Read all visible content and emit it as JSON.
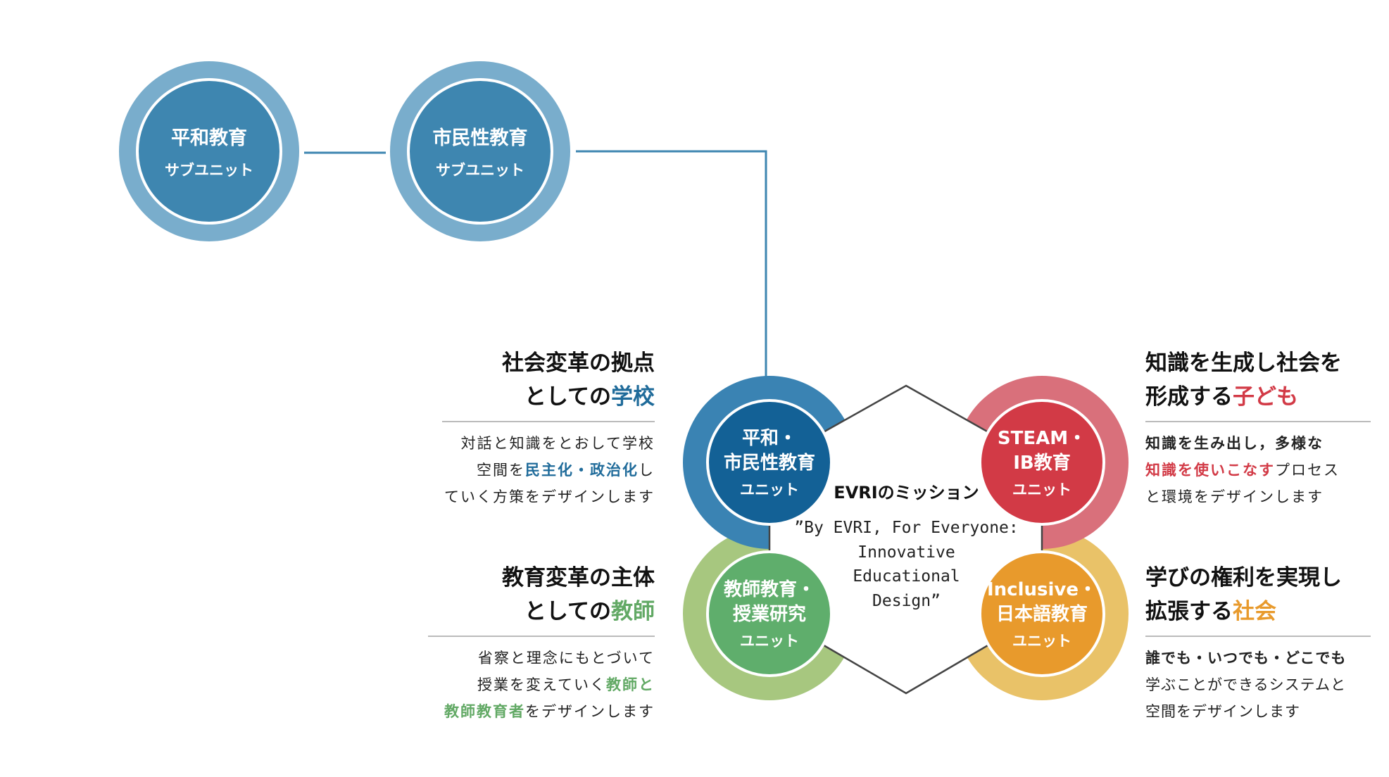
{
  "colors": {
    "sub_outer": "#79adcc",
    "sub_inner": "#3e86b0",
    "connector": "#3e86b0",
    "blue_outer": "#3a83b3",
    "blue_inner": "#136196",
    "red_outer": "#d9707b",
    "red_inner": "#d23a46",
    "green_outer": "#a7c77f",
    "green_inner": "#5fae6c",
    "orange_outer": "#e9c268",
    "orange_inner": "#e89a2c",
    "hexagon": "#444444"
  },
  "subunits": [
    {
      "title": "平和教育",
      "sub": "サブユニット"
    },
    {
      "title": "市民性教育",
      "sub": "サブユニット"
    }
  ],
  "units": {
    "blue": {
      "line1": "平和・",
      "line2": "市民性教育",
      "sub": "ユニット"
    },
    "red": {
      "line1": "STEAM・",
      "line2": "IB教育",
      "sub": "ユニット"
    },
    "green": {
      "line1": "教師教育・",
      "line2": "授業研究",
      "sub": "ユニット"
    },
    "orange": {
      "line1": "Inclusive・",
      "line2": "日本語教育",
      "sub": "ユニット"
    }
  },
  "mission": {
    "title": "EVRIのミッション",
    "line1": "”By EVRI, For Everyone:",
    "line2": "Innovative",
    "line3": "Educational",
    "line4": "Design”"
  },
  "blocks": {
    "school": {
      "h1": "社会変革の拠点",
      "h2a": "としての",
      "h2b": "学校",
      "p1": "対話と知識をとおして学校",
      "p2a": "空間を",
      "p2b": "民主化・政治化",
      "p2c": "し",
      "p3": "ていく方策をデザインします"
    },
    "child": {
      "h1": "知識を生成し社会を",
      "h2a": "形成する",
      "h2b": "子ども",
      "p1": "知識を生み出し，多様な",
      "p2a": "知識を使いこなす",
      "p2b": "プロセス",
      "p3": "と環境をデザインします"
    },
    "teacher": {
      "h1": "教育変革の主体",
      "h2a": "としての",
      "h2b": "教師",
      "p1": "省察と理念にもとづいて",
      "p2a": "授業を変えていく",
      "p2b": "教師と",
      "p3a": "教師教育者",
      "p3b": "をデザインします"
    },
    "society": {
      "h1": "学びの権利を実現し",
      "h2a": "拡張する",
      "h2b": "社会",
      "p1": "誰でも・いつでも・どこでも",
      "p2": "学ぶことができるシステムと",
      "p3": "空間をデザインします"
    }
  }
}
